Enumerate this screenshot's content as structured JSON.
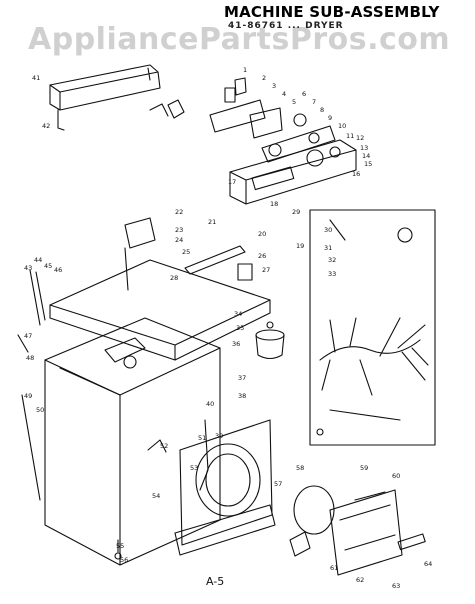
{
  "title": "MACHINE SUB-ASSEMBLY",
  "subtitle": "41-86761 ... DRYER",
  "watermark": "AppliancePartsPros.com",
  "page_id": "A-5",
  "colors": {
    "line": "#111111",
    "paper": "#ffffff",
    "watermark": "#b0b0b0"
  },
  "callouts": [
    "1",
    "2",
    "3",
    "4",
    "5",
    "6",
    "7",
    "8",
    "9",
    "10",
    "11",
    "12",
    "13",
    "14",
    "15",
    "16",
    "17",
    "18",
    "19",
    "20",
    "21",
    "22",
    "23",
    "24",
    "25",
    "26",
    "27",
    "28",
    "29",
    "30",
    "31",
    "32",
    "33",
    "34",
    "35",
    "36",
    "37",
    "38",
    "39",
    "40",
    "41",
    "42",
    "43",
    "44",
    "45",
    "46",
    "47",
    "48",
    "49",
    "50",
    "51",
    "52",
    "53",
    "54",
    "55",
    "56",
    "57",
    "58",
    "59",
    "60",
    "61",
    "62",
    "63",
    "64"
  ]
}
